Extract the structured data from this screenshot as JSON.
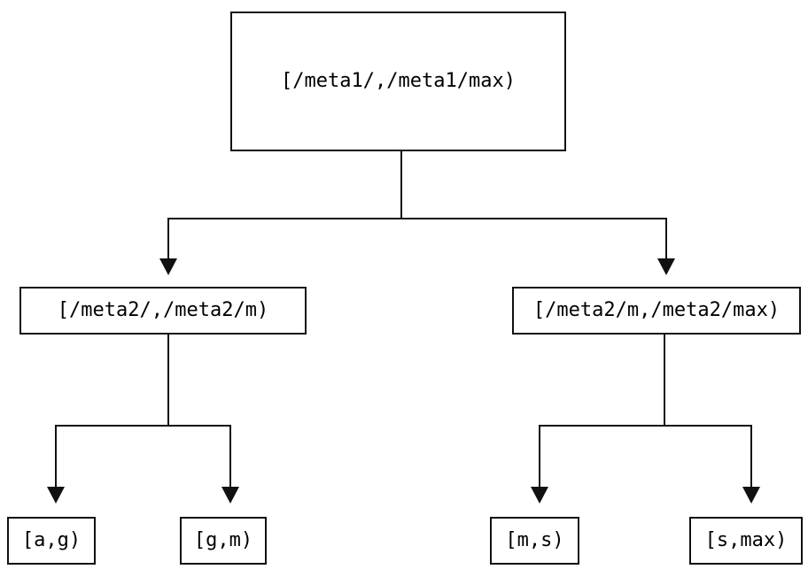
{
  "diagram": {
    "type": "tree",
    "colors": {
      "background": "#ffffff",
      "line": "#111111",
      "box_border": "#111111",
      "text": "#000000"
    },
    "nodes": {
      "root": {
        "label": "[/meta1/,/meta1/max)"
      },
      "left": {
        "label": "[/meta2/,/meta2/m)"
      },
      "right": {
        "label": "[/meta2/m,/meta2/max)"
      },
      "leaf_ag": {
        "label": "[a,g)"
      },
      "leaf_gm": {
        "label": "[g,m)"
      },
      "leaf_ms": {
        "label": "[m,s)"
      },
      "leaf_smax": {
        "label": "[s,max)"
      }
    },
    "edges": [
      {
        "from": "root",
        "to": "left"
      },
      {
        "from": "root",
        "to": "right"
      },
      {
        "from": "left",
        "to": "leaf_ag"
      },
      {
        "from": "left",
        "to": "leaf_gm"
      },
      {
        "from": "right",
        "to": "leaf_ms"
      },
      {
        "from": "right",
        "to": "leaf_smax"
      }
    ]
  }
}
